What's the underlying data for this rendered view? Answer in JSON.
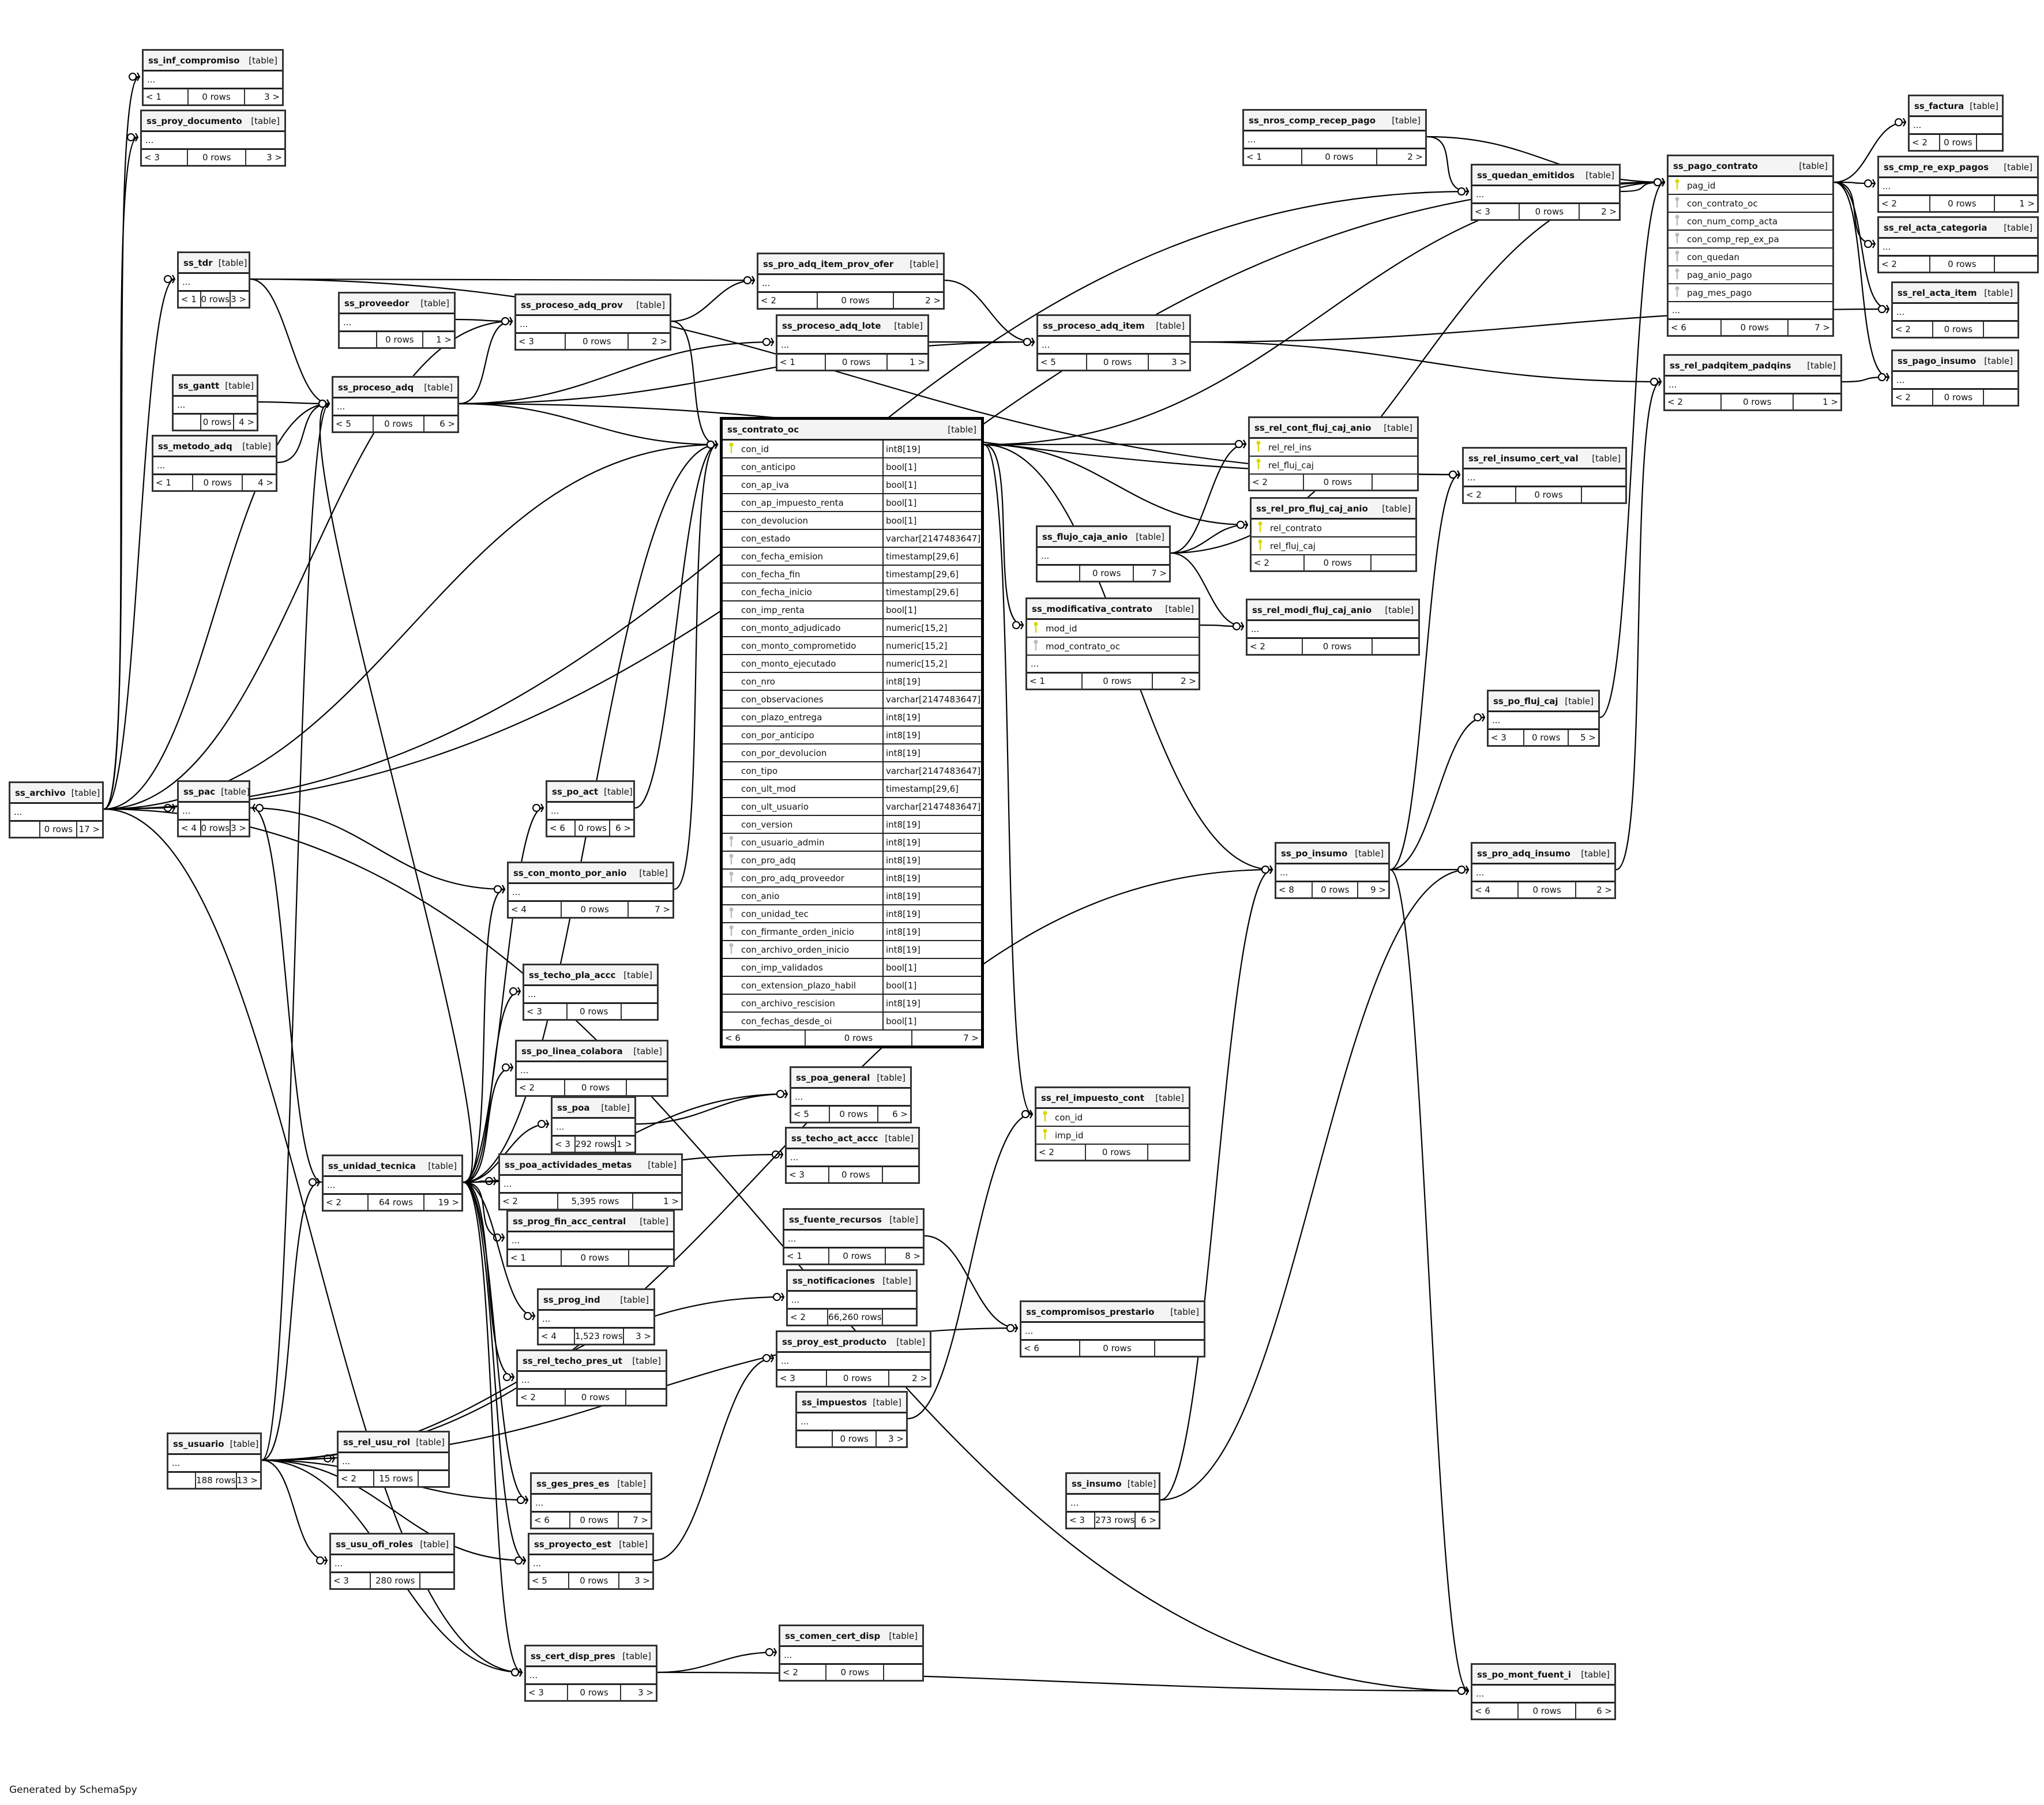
{
  "diagram_title": "SchemaSpy relationships diagram",
  "table_tag": "[table]",
  "ellipsis": "...",
  "footer": "Generated by SchemaSpy",
  "key_icons": {
    "primary": "primary-key-icon",
    "foreign": "foreign-key-icon"
  },
  "colors": {
    "primary_key": "#d8d800",
    "foreign_key": "#bbbbbb",
    "header_bg": "#f4f4f4",
    "border": "#333333"
  },
  "tables": [
    {
      "id": "ss_inf_compromiso",
      "name": "ss_inf_compromiso",
      "prev": "< 1",
      "rows": "0 rows",
      "next": "3 >"
    },
    {
      "id": "ss_proy_documento",
      "name": "ss_proy_documento",
      "prev": "< 3",
      "rows": "0 rows",
      "next": "3 >"
    },
    {
      "id": "ss_tdr",
      "name": "ss_tdr",
      "prev": "< 1",
      "rows": "0 rows",
      "next": "3 >"
    },
    {
      "id": "ss_proveedor",
      "name": "ss_proveedor",
      "prev": "",
      "rows": "0 rows",
      "next": "1 >"
    },
    {
      "id": "ss_proceso_adq_prov",
      "name": "ss_proceso_adq_prov",
      "prev": "< 3",
      "rows": "0 rows",
      "next": "2 >"
    },
    {
      "id": "ss_pro_adq_item_prov_ofer",
      "name": "ss_pro_adq_item_prov_ofer",
      "prev": "< 2",
      "rows": "0 rows",
      "next": "2 >"
    },
    {
      "id": "ss_proceso_adq_lote",
      "name": "ss_proceso_adq_lote",
      "prev": "< 1",
      "rows": "0 rows",
      "next": "1 >"
    },
    {
      "id": "ss_proceso_adq_item",
      "name": "ss_proceso_adq_item",
      "prev": "< 5",
      "rows": "0 rows",
      "next": "3 >"
    },
    {
      "id": "ss_gantt",
      "name": "ss_gantt",
      "prev": "",
      "rows": "0 rows",
      "next": "4 >"
    },
    {
      "id": "ss_proceso_adq",
      "name": "ss_proceso_adq",
      "prev": "< 5",
      "rows": "0 rows",
      "next": "6 >"
    },
    {
      "id": "ss_metodo_adq",
      "name": "ss_metodo_adq",
      "prev": "< 1",
      "rows": "0 rows",
      "next": "4 >"
    },
    {
      "id": "ss_nros_comp_recep_pago",
      "name": "ss_nros_comp_recep_pago",
      "prev": "< 1",
      "rows": "0 rows",
      "next": "2 >"
    },
    {
      "id": "ss_quedan_emitidos",
      "name": "ss_quedan_emitidos",
      "prev": "< 3",
      "rows": "0 rows",
      "next": "2 >"
    },
    {
      "id": "ss_factura",
      "name": "ss_factura",
      "prev": "< 2",
      "rows": "0 rows",
      "next": ""
    },
    {
      "id": "ss_cmp_re_exp_pagos",
      "name": "ss_cmp_re_exp_pagos",
      "prev": "< 2",
      "rows": "0 rows",
      "next": "1 >"
    },
    {
      "id": "ss_rel_acta_categoria",
      "name": "ss_rel_acta_categoria",
      "prev": "< 2",
      "rows": "0 rows",
      "next": ""
    },
    {
      "id": "ss_rel_acta_item",
      "name": "ss_rel_acta_item",
      "prev": "< 2",
      "rows": "0 rows",
      "next": ""
    },
    {
      "id": "ss_pago_insumo",
      "name": "ss_pago_insumo",
      "prev": "< 2",
      "rows": "0 rows",
      "next": ""
    },
    {
      "id": "ss_rel_padqitem_padqins",
      "name": "ss_rel_padqitem_padqins",
      "prev": "< 2",
      "rows": "0 rows",
      "next": "1 >"
    },
    {
      "id": "ss_rel_cont_fluj_caj_anio",
      "name": "ss_rel_cont_fluj_caj_anio",
      "prev": "< 2",
      "rows": "0 rows",
      "next": "",
      "columns": [
        {
          "name": "rel_rel_ins",
          "key": "pk"
        },
        {
          "name": "rel_fluj_caj",
          "key": "pk"
        }
      ]
    },
    {
      "id": "ss_rel_pro_fluj_caj_anio",
      "name": "ss_rel_pro_fluj_caj_anio",
      "prev": "< 2",
      "rows": "0 rows",
      "next": "",
      "columns": [
        {
          "name": "rel_contrato",
          "key": "pk"
        },
        {
          "name": "rel_fluj_caj",
          "key": "pk"
        }
      ]
    },
    {
      "id": "ss_rel_insumo_cert_val",
      "name": "ss_rel_insumo_cert_val",
      "prev": "< 2",
      "rows": "0 rows",
      "next": ""
    },
    {
      "id": "ss_flujo_caja_anio",
      "name": "ss_flujo_caja_anio",
      "prev": "",
      "rows": "0 rows",
      "next": "7 >"
    },
    {
      "id": "ss_modificativa_contrato",
      "name": "ss_modificativa_contrato",
      "prev": "< 1",
      "rows": "0 rows",
      "next": "2 >",
      "columns": [
        {
          "name": "mod_id",
          "key": "pk"
        },
        {
          "name": "mod_contrato_oc",
          "key": "fk"
        }
      ],
      "ellipsis": true
    },
    {
      "id": "ss_rel_modi_fluj_caj_anio",
      "name": "ss_rel_modi_fluj_caj_anio",
      "prev": "< 2",
      "rows": "0 rows",
      "next": ""
    },
    {
      "id": "ss_archivo",
      "name": "ss_archivo",
      "prev": "",
      "rows": "0 rows",
      "next": "17 >"
    },
    {
      "id": "ss_pac",
      "name": "ss_pac",
      "prev": "< 4",
      "rows": "0 rows",
      "next": "3 >"
    },
    {
      "id": "ss_po_act",
      "name": "ss_po_act",
      "prev": "< 6",
      "rows": "0 rows",
      "next": "6 >"
    },
    {
      "id": "ss_con_monto_por_anio",
      "name": "ss_con_monto_por_anio",
      "prev": "< 4",
      "rows": "0 rows",
      "next": "7 >"
    },
    {
      "id": "ss_techo_pla_accc",
      "name": "ss_techo_pla_accc",
      "prev": "< 3",
      "rows": "0 rows",
      "next": ""
    },
    {
      "id": "ss_po_linea_colabora",
      "name": "ss_po_linea_colabora",
      "prev": "< 2",
      "rows": "0 rows",
      "next": ""
    },
    {
      "id": "ss_poa",
      "name": "ss_poa",
      "prev": "< 3",
      "rows": "292 rows",
      "next": "1 >"
    },
    {
      "id": "ss_unidad_tecnica",
      "name": "ss_unidad_tecnica",
      "prev": "< 2",
      "rows": "64 rows",
      "next": "19 >"
    },
    {
      "id": "ss_poa_actividades_metas",
      "name": "ss_poa_actividades_metas",
      "prev": "< 2",
      "rows": "5,395 rows",
      "next": "1 >"
    },
    {
      "id": "ss_prog_fin_acc_central",
      "name": "ss_prog_fin_acc_central",
      "prev": "< 1",
      "rows": "0 rows",
      "next": ""
    },
    {
      "id": "ss_prog_ind",
      "name": "ss_prog_ind",
      "prev": "< 4",
      "rows": "1,523 rows",
      "next": "3 >"
    },
    {
      "id": "ss_rel_techo_pres_ut",
      "name": "ss_rel_techo_pres_ut",
      "prev": "< 2",
      "rows": "0 rows",
      "next": ""
    },
    {
      "id": "ss_usuario",
      "name": "ss_usuario",
      "prev": "",
      "rows": "188 rows",
      "next": "13 >"
    },
    {
      "id": "ss_rel_usu_rol",
      "name": "ss_rel_usu_rol",
      "prev": "< 2",
      "rows": "15 rows",
      "next": ""
    },
    {
      "id": "ss_ges_pres_es",
      "name": "ss_ges_pres_es",
      "prev": "< 6",
      "rows": "0 rows",
      "next": "7 >"
    },
    {
      "id": "ss_usu_ofi_roles",
      "name": "ss_usu_ofi_roles",
      "prev": "< 3",
      "rows": "280 rows",
      "next": ""
    },
    {
      "id": "ss_proyecto_est",
      "name": "ss_proyecto_est",
      "prev": "< 5",
      "rows": "0 rows",
      "next": "3 >"
    },
    {
      "id": "ss_cert_disp_pres",
      "name": "ss_cert_disp_pres",
      "prev": "< 3",
      "rows": "0 rows",
      "next": "3 >"
    },
    {
      "id": "ss_comen_cert_disp",
      "name": "ss_comen_cert_disp",
      "prev": "< 2",
      "rows": "0 rows",
      "next": ""
    },
    {
      "id": "ss_poa_general",
      "name": "ss_poa_general",
      "prev": "< 5",
      "rows": "0 rows",
      "next": "6 >"
    },
    {
      "id": "ss_techo_act_accc",
      "name": "ss_techo_act_accc",
      "prev": "< 3",
      "rows": "0 rows",
      "next": ""
    },
    {
      "id": "ss_fuente_recursos",
      "name": "ss_fuente_recursos",
      "prev": "< 1",
      "rows": "0 rows",
      "next": "8 >"
    },
    {
      "id": "ss_notificaciones",
      "name": "ss_notificaciones",
      "prev": "< 2",
      "rows": "66,260 rows",
      "next": ""
    },
    {
      "id": "ss_proy_est_producto",
      "name": "ss_proy_est_producto",
      "prev": "< 3",
      "rows": "0 rows",
      "next": "2 >"
    },
    {
      "id": "ss_impuestos",
      "name": "ss_impuestos",
      "prev": "",
      "rows": "0 rows",
      "next": "3 >"
    },
    {
      "id": "ss_rel_impuesto_cont",
      "name": "ss_rel_impuesto_cont",
      "prev": "< 2",
      "rows": "0 rows",
      "next": "",
      "columns": [
        {
          "name": "con_id",
          "key": "pk"
        },
        {
          "name": "imp_id",
          "key": "pk"
        }
      ]
    },
    {
      "id": "ss_compromisos_prestario",
      "name": "ss_compromisos_prestario",
      "prev": "< 6",
      "rows": "0 rows",
      "next": ""
    },
    {
      "id": "ss_insumo",
      "name": "ss_insumo",
      "prev": "< 3",
      "rows": "273 rows",
      "next": "6 >"
    },
    {
      "id": "ss_po_insumo",
      "name": "ss_po_insumo",
      "prev": "< 8",
      "rows": "0 rows",
      "next": "9 >"
    },
    {
      "id": "ss_pro_adq_insumo",
      "name": "ss_pro_adq_insumo",
      "prev": "< 4",
      "rows": "0 rows",
      "next": "2 >"
    },
    {
      "id": "ss_po_fluj_caj",
      "name": "ss_po_fluj_caj",
      "prev": "< 3",
      "rows": "0 rows",
      "next": "5 >"
    },
    {
      "id": "ss_po_mont_fuent_i",
      "name": "ss_po_mont_fuent_i",
      "prev": "< 6",
      "rows": "0 rows",
      "next": "6 >"
    },
    {
      "id": "ss_pago_contrato",
      "name": "ss_pago_contrato",
      "prev": "< 6",
      "rows": "0 rows",
      "next": "7 >",
      "columns": [
        {
          "name": "pag_id",
          "key": "pk"
        },
        {
          "name": "con_contrato_oc",
          "key": "fk"
        },
        {
          "name": "con_num_comp_acta",
          "key": "fk"
        },
        {
          "name": "con_comp_rep_ex_pa",
          "key": "fk"
        },
        {
          "name": "con_quedan",
          "key": "fk"
        },
        {
          "name": "pag_anio_pago",
          "key": "fk"
        },
        {
          "name": "pag_mes_pago",
          "key": "fk"
        }
      ],
      "ellipsis": true
    },
    {
      "id": "ss_contrato_oc",
      "name": "ss_contrato_oc",
      "prev": "< 6",
      "rows": "0 rows",
      "next": "7 >",
      "focus": true,
      "columns": [
        {
          "name": "con_id",
          "type": "int8[19]",
          "key": "pk"
        },
        {
          "name": "con_anticipo",
          "type": "bool[1]",
          "key": ""
        },
        {
          "name": "con_ap_iva",
          "type": "bool[1]",
          "key": ""
        },
        {
          "name": "con_ap_impuesto_renta",
          "type": "bool[1]",
          "key": ""
        },
        {
          "name": "con_devolucion",
          "type": "bool[1]",
          "key": ""
        },
        {
          "name": "con_estado",
          "type": "varchar[2147483647]",
          "key": ""
        },
        {
          "name": "con_fecha_emision",
          "type": "timestamp[29,6]",
          "key": ""
        },
        {
          "name": "con_fecha_fin",
          "type": "timestamp[29,6]",
          "key": ""
        },
        {
          "name": "con_fecha_inicio",
          "type": "timestamp[29,6]",
          "key": ""
        },
        {
          "name": "con_imp_renta",
          "type": "bool[1]",
          "key": ""
        },
        {
          "name": "con_monto_adjudicado",
          "type": "numeric[15,2]",
          "key": ""
        },
        {
          "name": "con_monto_comprometido",
          "type": "numeric[15,2]",
          "key": ""
        },
        {
          "name": "con_monto_ejecutado",
          "type": "numeric[15,2]",
          "key": ""
        },
        {
          "name": "con_nro",
          "type": "int8[19]",
          "key": ""
        },
        {
          "name": "con_observaciones",
          "type": "varchar[2147483647]",
          "key": ""
        },
        {
          "name": "con_plazo_entrega",
          "type": "int8[19]",
          "key": ""
        },
        {
          "name": "con_por_anticipo",
          "type": "int8[19]",
          "key": ""
        },
        {
          "name": "con_por_devolucion",
          "type": "int8[19]",
          "key": ""
        },
        {
          "name": "con_tipo",
          "type": "varchar[2147483647]",
          "key": ""
        },
        {
          "name": "con_ult_mod",
          "type": "timestamp[29,6]",
          "key": ""
        },
        {
          "name": "con_ult_usuario",
          "type": "varchar[2147483647]",
          "key": ""
        },
        {
          "name": "con_version",
          "type": "int8[19]",
          "key": ""
        },
        {
          "name": "con_usuario_admin",
          "type": "int8[19]",
          "key": "fk"
        },
        {
          "name": "con_pro_adq",
          "type": "int8[19]",
          "key": "fk"
        },
        {
          "name": "con_pro_adq_proveedor",
          "type": "int8[19]",
          "key": "fk"
        },
        {
          "name": "con_anio",
          "type": "int8[19]",
          "key": ""
        },
        {
          "name": "con_unidad_tec",
          "type": "int8[19]",
          "key": "fk"
        },
        {
          "name": "con_firmante_orden_inicio",
          "type": "int8[19]",
          "key": "fk"
        },
        {
          "name": "con_archivo_orden_inicio",
          "type": "int8[19]",
          "key": "fk"
        },
        {
          "name": "con_imp_validados",
          "type": "bool[1]",
          "key": ""
        },
        {
          "name": "con_extension_plazo_habil",
          "type": "bool[1]",
          "key": ""
        },
        {
          "name": "con_archivo_rescision",
          "type": "int8[19]",
          "key": ""
        },
        {
          "name": "con_fechas_desde_oi",
          "type": "bool[1]",
          "key": ""
        }
      ]
    }
  ],
  "relationships": [
    [
      "ss_archivo",
      "ss_inf_compromiso"
    ],
    [
      "ss_archivo",
      "ss_proy_documento"
    ],
    [
      "ss_archivo",
      "ss_tdr"
    ],
    [
      "ss_archivo",
      "ss_pac"
    ],
    [
      "ss_archivo",
      "ss_proceso_adq_prov"
    ],
    [
      "ss_archivo",
      "ss_proceso_adq"
    ],
    [
      "ss_archivo",
      "ss_cert_disp_pres"
    ],
    [
      "ss_archivo",
      "ss_po_mont_fuent_i"
    ],
    [
      "ss_archivo",
      "ss_contrato_oc"
    ],
    [
      "ss_archivo",
      "ss_pago_contrato"
    ],
    [
      "ss_archivo",
      "ss_quedan_emitidos"
    ],
    [
      "ss_tdr",
      "ss_proceso_adq"
    ],
    [
      "ss_tdr",
      "ss_pro_adq_item_prov_ofer"
    ],
    [
      "ss_tdr",
      "ss_rel_insumo_cert_val"
    ],
    [
      "ss_proveedor",
      "ss_proceso_adq_prov"
    ],
    [
      "ss_gantt",
      "ss_proceso_adq"
    ],
    [
      "ss_metodo_adq",
      "ss_proceso_adq"
    ],
    [
      "ss_proceso_adq",
      "ss_proceso_adq_prov"
    ],
    [
      "ss_proceso_adq",
      "ss_proceso_adq_lote"
    ],
    [
      "ss_proceso_adq",
      "ss_proceso_adq_item"
    ],
    [
      "ss_proceso_adq",
      "ss_contrato_oc"
    ],
    [
      "ss_proceso_adq",
      "ss_rel_insumo_cert_val"
    ],
    [
      "ss_proceso_adq_prov",
      "ss_pro_adq_item_prov_ofer"
    ],
    [
      "ss_proceso_adq_prov",
      "ss_contrato_oc"
    ],
    [
      "ss_pro_adq_item_prov_ofer",
      "ss_proceso_adq_item"
    ],
    [
      "ss_proceso_adq_lote",
      "ss_proceso_adq_item"
    ],
    [
      "ss_proceso_adq_item",
      "ss_rel_padqitem_padqins"
    ],
    [
      "ss_proceso_adq_item",
      "ss_rel_acta_item"
    ],
    [
      "ss_nros_comp_recep_pago",
      "ss_quedan_emitidos"
    ],
    [
      "ss_nros_comp_recep_pago",
      "ss_pago_contrato"
    ],
    [
      "ss_quedan_emitidos",
      "ss_pago_contrato"
    ],
    [
      "ss_pago_contrato",
      "ss_factura"
    ],
    [
      "ss_pago_contrato",
      "ss_cmp_re_exp_pagos"
    ],
    [
      "ss_pago_contrato",
      "ss_rel_acta_categoria"
    ],
    [
      "ss_pago_contrato",
      "ss_rel_acta_item"
    ],
    [
      "ss_pago_contrato",
      "ss_pago_insumo"
    ],
    [
      "ss_rel_padqitem_padqins",
      "ss_pago_insumo"
    ],
    [
      "ss_contrato_oc",
      "ss_rel_cont_fluj_caj_anio"
    ],
    [
      "ss_contrato_oc",
      "ss_rel_pro_fluj_caj_anio"
    ],
    [
      "ss_contrato_oc",
      "ss_modificativa_contrato"
    ],
    [
      "ss_contrato_oc",
      "ss_rel_impuesto_cont"
    ],
    [
      "ss_contrato_oc",
      "ss_pago_contrato"
    ],
    [
      "ss_contrato_oc",
      "ss_po_insumo"
    ],
    [
      "ss_flujo_caja_anio",
      "ss_rel_cont_fluj_caj_anio"
    ],
    [
      "ss_flujo_caja_anio",
      "ss_rel_pro_fluj_caj_anio"
    ],
    [
      "ss_flujo_caja_anio",
      "ss_rel_modi_fluj_caj_anio"
    ],
    [
      "ss_flujo_caja_anio",
      "ss_pago_contrato"
    ],
    [
      "ss_modificativa_contrato",
      "ss_rel_modi_fluj_caj_anio"
    ],
    [
      "ss_po_insumo",
      "ss_pro_adq_insumo"
    ],
    [
      "ss_po_insumo",
      "ss_po_fluj_caj"
    ],
    [
      "ss_po_insumo",
      "ss_rel_insumo_cert_val"
    ],
    [
      "ss_po_insumo",
      "ss_po_mont_fuent_i"
    ],
    [
      "ss_pro_adq_insumo",
      "ss_rel_padqitem_padqins"
    ],
    [
      "ss_po_fluj_caj",
      "ss_pago_contrato"
    ],
    [
      "ss_insumo",
      "ss_po_insumo"
    ],
    [
      "ss_insumo",
      "ss_pro_adq_insumo"
    ],
    [
      "ss_pac",
      "ss_con_monto_por_anio"
    ],
    [
      "ss_po_act",
      "ss_contrato_oc"
    ],
    [
      "ss_con_monto_por_anio",
      "ss_contrato_oc"
    ],
    [
      "ss_unidad_tecnica",
      "ss_po_act"
    ],
    [
      "ss_unidad_tecnica",
      "ss_con_monto_por_anio"
    ],
    [
      "ss_unidad_tecnica",
      "ss_techo_pla_accc"
    ],
    [
      "ss_unidad_tecnica",
      "ss_po_linea_colabora"
    ],
    [
      "ss_unidad_tecnica",
      "ss_poa"
    ],
    [
      "ss_unidad_tecnica",
      "ss_poa_actividades_metas"
    ],
    [
      "ss_unidad_tecnica",
      "ss_prog_fin_acc_central"
    ],
    [
      "ss_unidad_tecnica",
      "ss_prog_ind"
    ],
    [
      "ss_unidad_tecnica",
      "ss_rel_techo_pres_ut"
    ],
    [
      "ss_unidad_tecnica",
      "ss_ges_pres_es"
    ],
    [
      "ss_unidad_tecnica",
      "ss_proyecto_est"
    ],
    [
      "ss_unidad_tecnica",
      "ss_cert_disp_pres"
    ],
    [
      "ss_unidad_tecnica",
      "ss_poa_general"
    ],
    [
      "ss_unidad_tecnica",
      "ss_techo_act_accc"
    ],
    [
      "ss_unidad_tecnica",
      "ss_contrato_oc"
    ],
    [
      "ss_unidad_tecnica",
      "ss_proceso_adq"
    ],
    [
      "ss_unidad_tecnica",
      "ss_pac"
    ],
    [
      "ss_usuario",
      "ss_unidad_tecnica"
    ],
    [
      "ss_usuario",
      "ss_rel_usu_rol"
    ],
    [
      "ss_usuario",
      "ss_ges_pres_es"
    ],
    [
      "ss_usuario",
      "ss_usu_ofi_roles"
    ],
    [
      "ss_usuario",
      "ss_proyecto_est"
    ],
    [
      "ss_usuario",
      "ss_cert_disp_pres"
    ],
    [
      "ss_usuario",
      "ss_compromisos_prestario"
    ],
    [
      "ss_usuario",
      "ss_notificaciones"
    ],
    [
      "ss_usuario",
      "ss_proceso_adq"
    ],
    [
      "ss_usuario",
      "ss_po_insumo"
    ],
    [
      "ss_cert_disp_pres",
      "ss_comen_cert_disp"
    ],
    [
      "ss_cert_disp_pres",
      "ss_po_mont_fuent_i"
    ],
    [
      "ss_proyecto_est",
      "ss_proy_est_producto"
    ],
    [
      "ss_fuente_recursos",
      "ss_compromisos_prestario"
    ],
    [
      "ss_impuestos",
      "ss_rel_impuesto_cont"
    ],
    [
      "ss_poa",
      "ss_poa_general"
    ]
  ]
}
